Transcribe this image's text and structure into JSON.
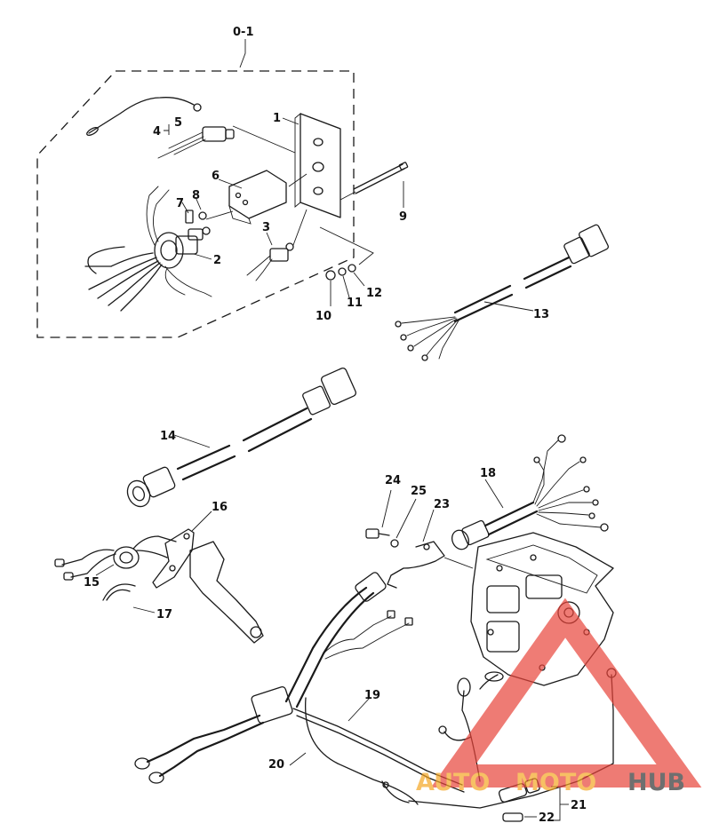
{
  "diagram": {
    "group_label": "0-1",
    "part_numbers": [
      "1",
      "2",
      "3",
      "4",
      "5",
      "6",
      "7",
      "8",
      "9",
      "10",
      "11",
      "12",
      "13",
      "14",
      "15",
      "16",
      "17",
      "18",
      "19",
      "20",
      "21",
      "22",
      "23",
      "24",
      "25"
    ]
  },
  "watermark": {
    "word_a": "AUTO",
    "word_b": "MOTO",
    "word_c": "HUB",
    "color_a": "#f5a623",
    "color_b": "#f5a623",
    "color_c": "#333333",
    "triangle_color": "#e8443a"
  }
}
